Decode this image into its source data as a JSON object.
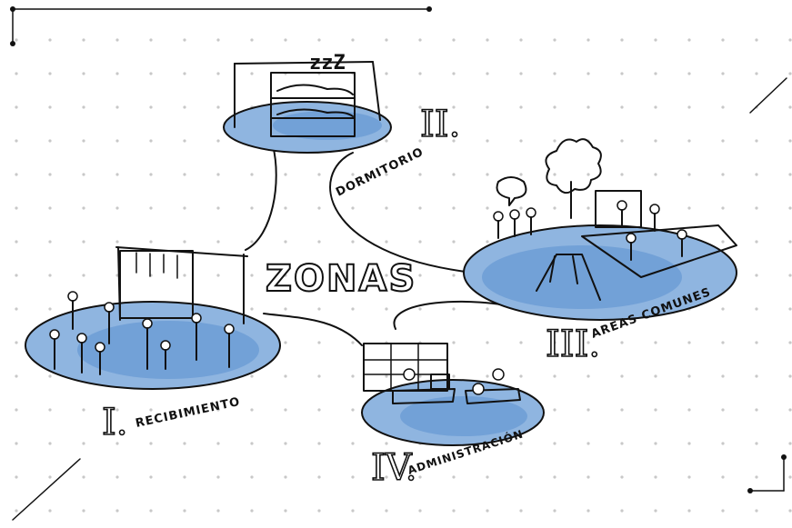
{
  "header_text": "",
  "title": "ZONAS",
  "zones": [
    {
      "numeral": "I.",
      "name": "RECIBIMIENTO"
    },
    {
      "numeral": "II.",
      "name": "DORMITORIO"
    },
    {
      "numeral": "III.",
      "name": "AREAS COMUNES"
    },
    {
      "numeral": "IV.",
      "name": "ADMINISTRACIÓN"
    }
  ],
  "sleep_text": "zzZ",
  "colors": {
    "water": "#8fb5e0",
    "accent": "#5b8fd0",
    "ink": "#111111"
  }
}
